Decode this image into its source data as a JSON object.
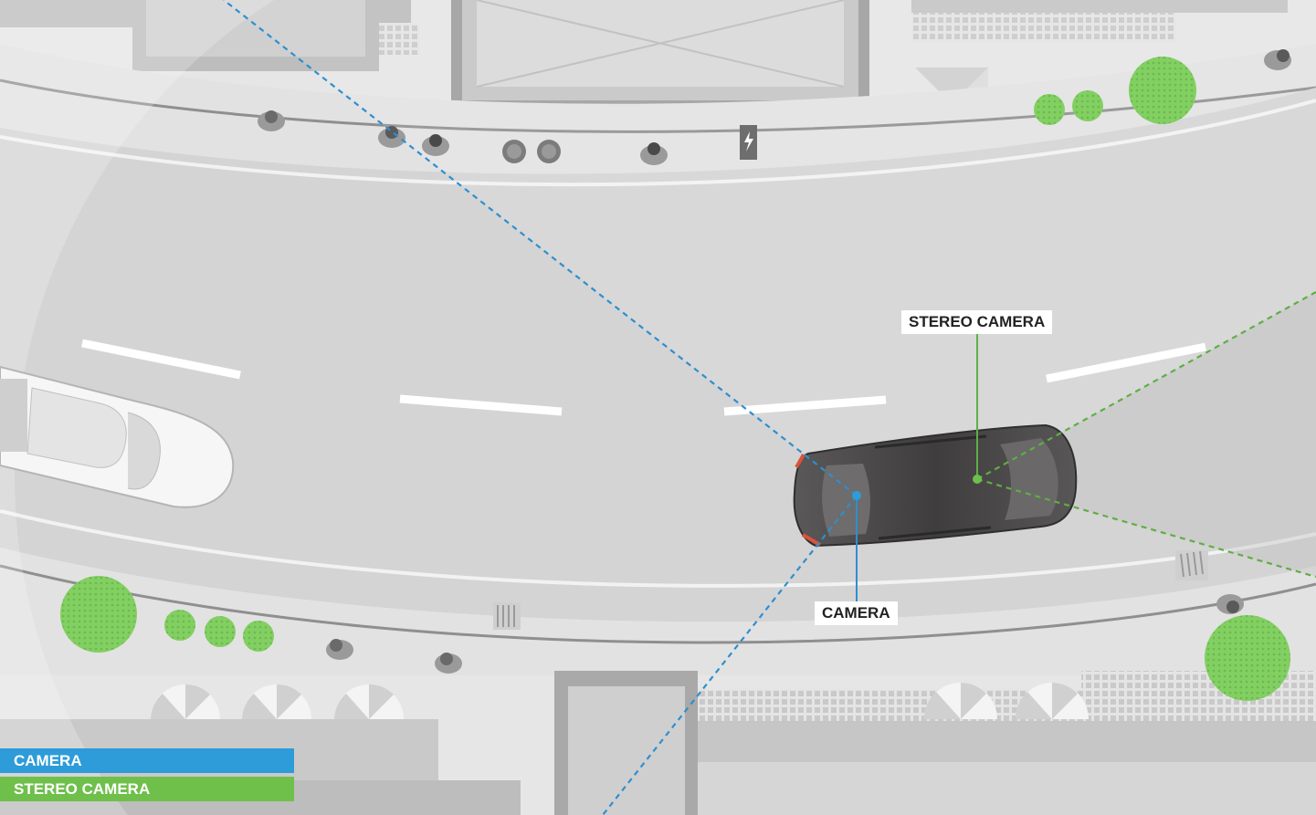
{
  "labels": {
    "stereo_camera": "STEREO CAMERA",
    "camera": "CAMERA"
  },
  "legend": [
    {
      "label": "CAMERA",
      "color": "#2d9cd8",
      "sensor": "camera"
    },
    {
      "label": "STEREO CAMERA",
      "color": "#6fbf4b",
      "sensor": "stereo-camera"
    }
  ],
  "colors": {
    "camera_ray": "#2d8fd0",
    "stereo_ray": "#5fae45",
    "tree_green": "#7fcf5f",
    "main_car": "#4d4b4b",
    "parked_car": "#f5f5f5"
  },
  "icons": [
    "pedestrian-icon",
    "tree-icon",
    "charging-station-icon",
    "parasol-icon",
    "drain-grate-icon",
    "bollard-icon"
  ]
}
